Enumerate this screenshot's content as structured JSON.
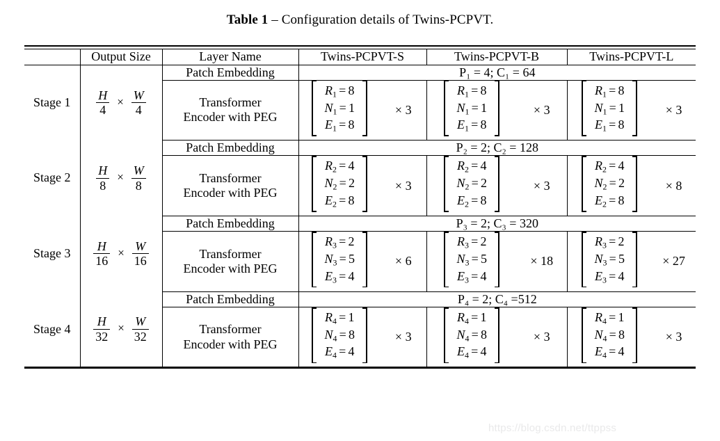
{
  "caption": {
    "label": "Table 1",
    "dash": "–",
    "text": "Configuration details of Twins-PCPVT."
  },
  "table": {
    "headers": {
      "stage": "",
      "output_size": "Output Size",
      "layer_name": "Layer Name",
      "model_s": "Twins-PCPVT-S",
      "model_b": "Twins-PCPVT-B",
      "model_l": "Twins-PCPVT-L"
    },
    "layer_labels": {
      "patch_embedding": "Patch Embedding",
      "transformer_line1": "Transformer",
      "transformer_line2": "Encoder with PEG"
    },
    "stages": [
      {
        "name": "Stage 1",
        "output_size": {
          "num_h": "H",
          "den_h": "4",
          "times": "×",
          "num_w": "W",
          "den_w": "4"
        },
        "patch": {
          "p_var": "P",
          "p_sub": "1",
          "p_val": "4",
          "sep": ";",
          "c_var": "C",
          "c_sub": "1",
          "c_val": "64",
          "text": "P₁ = 4; C₁ = 64"
        },
        "block": {
          "r_var": "R",
          "n_var": "N",
          "e_var": "E",
          "sub": "1",
          "r_val": "8",
          "n_val": "1",
          "e_val": "8"
        },
        "repeats": {
          "s": "× 3",
          "b": "× 3",
          "l": "× 3"
        }
      },
      {
        "name": "Stage 2",
        "output_size": {
          "num_h": "H",
          "den_h": "8",
          "times": "×",
          "num_w": "W",
          "den_w": "8"
        },
        "patch": {
          "p_var": "P",
          "p_sub": "2",
          "p_val": "2",
          "sep": ";",
          "c_var": "C",
          "c_sub": "2",
          "c_val": "128",
          "text": "P₂ = 2; C₂ = 128"
        },
        "block": {
          "r_var": "R",
          "n_var": "N",
          "e_var": "E",
          "sub": "2",
          "r_val": "4",
          "n_val": "2",
          "e_val": "8"
        },
        "repeats": {
          "s": "× 3",
          "b": "× 3",
          "l": "× 8"
        }
      },
      {
        "name": "Stage 3",
        "output_size": {
          "num_h": "H",
          "den_h": "16",
          "times": "×",
          "num_w": "W",
          "den_w": "16"
        },
        "patch": {
          "p_var": "P",
          "p_sub": "3",
          "p_val": "2",
          "sep": ";",
          "c_var": "C",
          "c_sub": "3",
          "c_val": "320",
          "text": "P₃ = 2; C₃ = 320"
        },
        "block": {
          "r_var": "R",
          "n_var": "N",
          "e_var": "E",
          "sub": "3",
          "r_val": "2",
          "n_val": "5",
          "e_val": "4"
        },
        "repeats": {
          "s": "× 6",
          "b": "× 18",
          "l": "× 27"
        }
      },
      {
        "name": "Stage 4",
        "output_size": {
          "num_h": "H",
          "den_h": "32",
          "times": "×",
          "num_w": "W",
          "den_w": "32"
        },
        "patch": {
          "p_var": "P",
          "p_sub": "4",
          "p_val": "2",
          "sep": ";",
          "c_var": "C",
          "c_sub": "4",
          "c_val": "512",
          "text": "P₄ = 2; C₄ =512"
        },
        "block": {
          "r_var": "R",
          "n_var": "N",
          "e_var": "E",
          "sub": "4",
          "r_val": "1",
          "n_val": "8",
          "e_val": "4"
        },
        "repeats": {
          "s": "× 3",
          "b": "× 3",
          "l": "× 3"
        }
      }
    ],
    "symbols": {
      "equals": "=",
      "times": "×",
      "semicolon": ";"
    }
  },
  "watermark": {
    "text": "https://blog.csdn.net/ttppss"
  }
}
